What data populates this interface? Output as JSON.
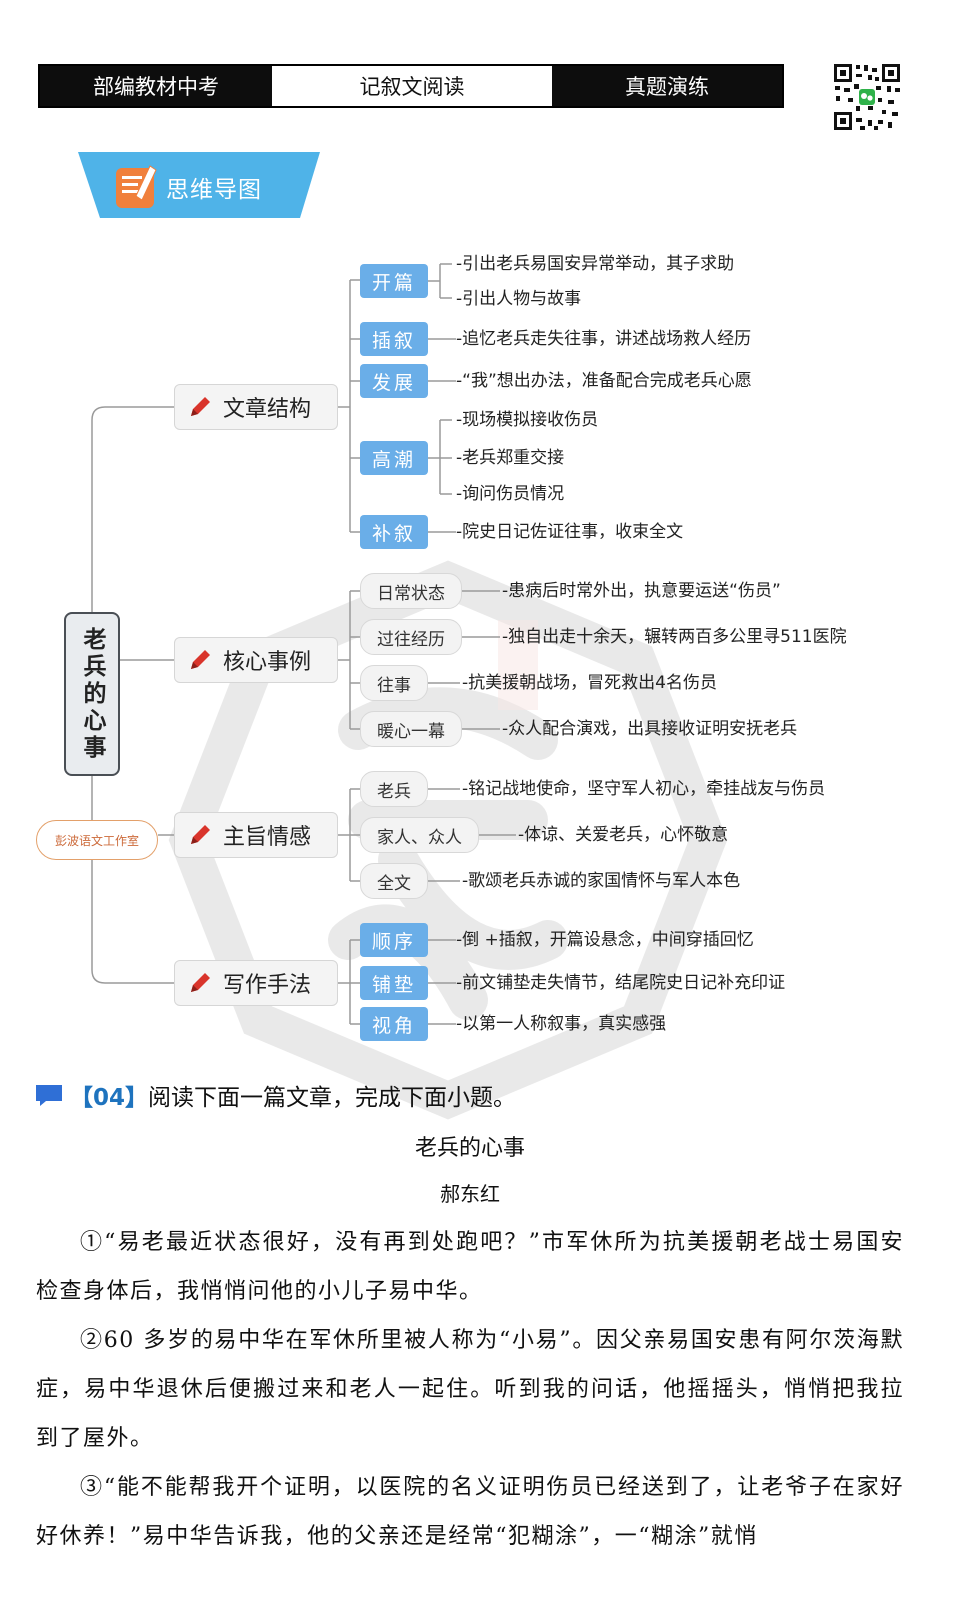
{
  "header": {
    "left": "部编教材中考",
    "middle": "记叙文阅读",
    "right": "真题演练"
  },
  "banner": {
    "title": "思维导图"
  },
  "mindmap": {
    "root": "老兵的心事",
    "studio_badge": "彭波语文工作室",
    "structure": {
      "title": "文章结构",
      "nodes": [
        {
          "label": "开篇",
          "items": [
            "-引出老兵易国安异常举动，其子求助",
            "-引出人物与故事"
          ]
        },
        {
          "label": "插叙",
          "items": [
            "-追忆老兵走失往事，讲述战场救人经历"
          ]
        },
        {
          "label": "发展",
          "items": [
            "-“我”想出办法，准备配合完成老兵心愿"
          ]
        },
        {
          "label": "高潮",
          "items": [
            "-现场模拟接收伤员",
            "-老兵郑重交接",
            "-询问伤员情况"
          ]
        },
        {
          "label": "补叙",
          "items": [
            "-院史日记佐证往事，收束全文"
          ]
        }
      ]
    },
    "examples": {
      "title": "核心事例",
      "nodes": [
        {
          "label": "日常状态",
          "item": "-患病后时常外出，执意要运送“伤员”"
        },
        {
          "label": "过往经历",
          "item": "-独自出走十余天，辗转两百多公里寻511医院"
        },
        {
          "label": "往事",
          "item": "-抗美援朝战场，冒死救出4名伤员"
        },
        {
          "label": "暖心一幕",
          "item": "-众人配合演戏，出具接收证明安抚老兵"
        }
      ]
    },
    "theme": {
      "title": "主旨情感",
      "nodes": [
        {
          "label": "老兵",
          "item": "-铭记战地使命，坚守军人初心，牵挂战友与伤员"
        },
        {
          "label": "家人、众人",
          "item": "-体谅、关爱老兵，心怀敬意"
        },
        {
          "label": "全文",
          "item": "-歌颂老兵赤诚的家国情怀与军人本色"
        }
      ]
    },
    "technique": {
      "title": "写作手法",
      "nodes": [
        {
          "label": "顺序",
          "item": "-倒 +插叙，开篇设悬念，中间穿插回忆"
        },
        {
          "label": "铺垫",
          "item": "-前文铺垫走失情节，结尾院史日记补充印证"
        },
        {
          "label": "视角",
          "item": "-以第一人称叙事，真实感强"
        }
      ]
    }
  },
  "question": {
    "number": "【04】",
    "prompt": "阅读下面一篇文章，完成下面小题。"
  },
  "article": {
    "title": "老兵的心事",
    "author": "郝东红",
    "paragraphs": [
      "①“易老最近状态很好，没有再到处跑吧？”市军休所为抗美援朝老战士易国安检查身体后，我悄悄问他的小儿子易中华。",
      "②60 多岁的易中华在军休所里被人称为“小易”。因父亲易国安患有阿尔茨海默症，易中华退休后便搬过来和老人一起住。听到我的问话，他摇摇头，悄悄把我拉到了屋外。",
      "③“能不能帮我开个证明，以医院的名义证明伤员已经送到了，让老爷子在家好好休养！”易中华告诉我，他的父亲还是经常“犯糊涂”，一“糊涂”就悄"
    ]
  },
  "colors": {
    "header_dark": "#0d0d0d",
    "banner_blue": "#4fb3e8",
    "node_blue": "#6aaee8",
    "pen_red": "#d9342b",
    "question_blue": "#1e73be"
  },
  "icons": [
    "qr-code",
    "pencil-note-icon",
    "pen-icon",
    "flag-icon",
    "watermark-seal"
  ]
}
